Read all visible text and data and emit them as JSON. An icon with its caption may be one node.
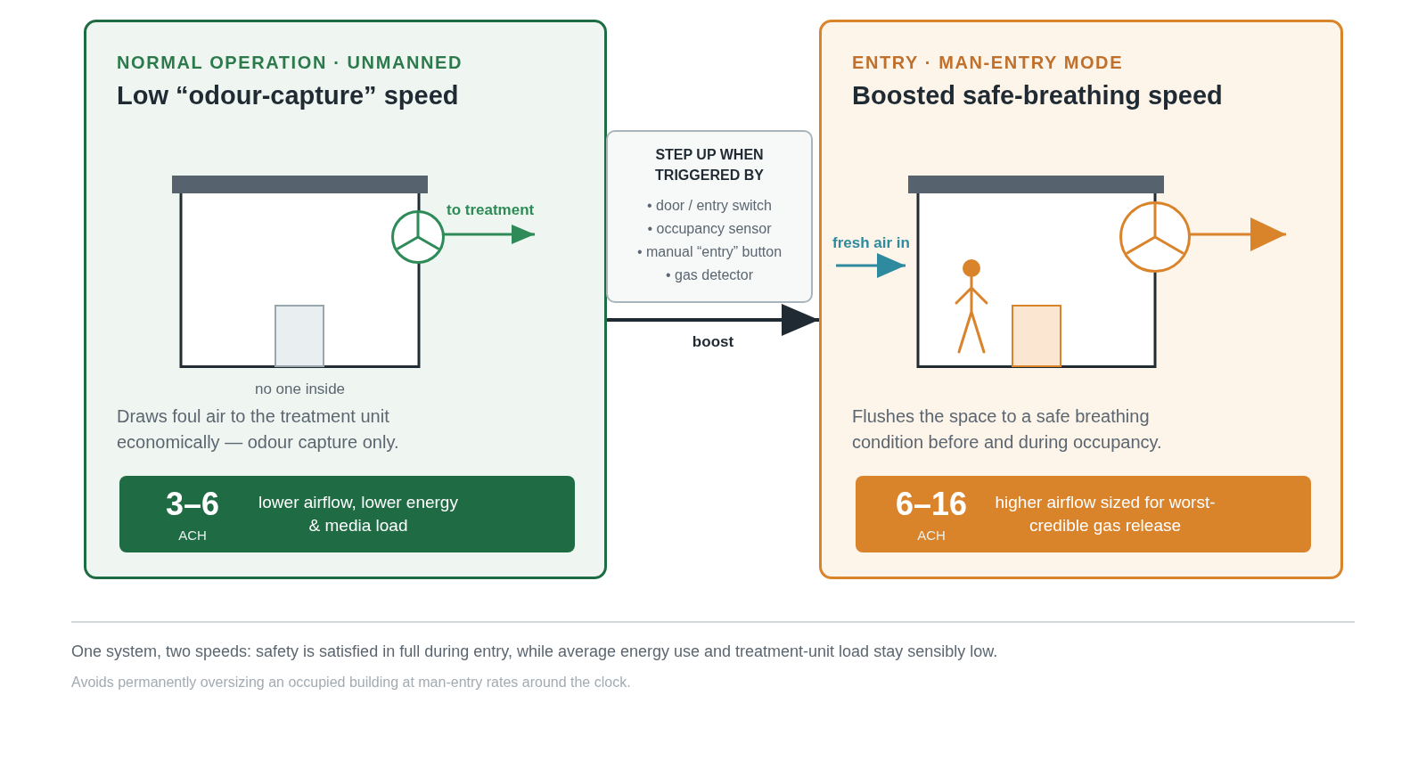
{
  "diagram": {
    "caption": "One system, two speeds: safety is satisfied in full during entry, while average energy use and treatment-unit load stay sensibly low.",
    "nodes": [
      {
        "text": [
          "NORMAL OPERATION · UNMANNED",
          "Low “odour-capture” speed",
          "Draws foul air to the treatment unit economically — odour capture only."
        ]
      },
      {
        "text": [],
        "shape": "box",
        "in": 0,
        "beside": [
          "no one inside"
        ]
      },
      {
        "text": [],
        "shape": "circle",
        "in": 0
      },
      {
        "text": [
          "3–6",
          "ACH",
          "lower airflow, lower energy & media load"
        ],
        "in": 0
      },
      {
        "text": [
          "STEP UP WHEN TRIGGERED BY",
          "• door / entry switch",
          "• occupancy sensor",
          "• manual “entry” button",
          "• gas detector"
        ]
      },
      {
        "text": [
          "ENTRY · MAN-ENTRY MODE",
          "Boosted safe-breathing speed",
          "Flushes the space to a safe breathing condition before and during occupancy."
        ]
      },
      {
        "text": [],
        "shape": "box",
        "in": 5
      },
      {
        "text": [],
        "shape": "circle",
        "in": 5
      },
      {
        "text": [],
        "shape": "person",
        "in": 6
      },
      {
        "text": [
          "6–16",
          "ACH",
          "higher airflow sized for worst-credible gas release"
        ],
        "in": 5
      }
    ],
    "edges": [
      {
        "from": 0,
        "to": 5,
        "arrow": "to",
        "label": "boost",
        "color": "#1f2a33"
      },
      {
        "from": 2,
        "to": null,
        "arrow": "to",
        "label": "to treatment",
        "color": "#2e8b57"
      },
      {
        "from": null,
        "to": 6,
        "arrow": "to",
        "label": "fresh air in",
        "color": "#2e8a9e"
      },
      {
        "from": 7,
        "to": null,
        "arrow": "to",
        "color": "#d9832b"
      }
    ],
    "labels": [
      "Avoids permanently oversizing an occupied building at man-entry rates around the clock."
    ]
  }
}
